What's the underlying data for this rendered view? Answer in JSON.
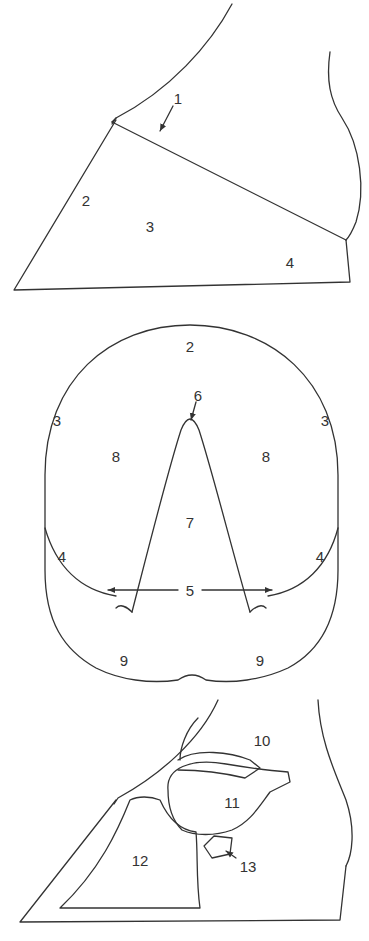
{
  "diagram": {
    "labels": [
      "1",
      "2",
      "3",
      "4",
      "2",
      "6",
      "3",
      "3",
      "8",
      "8",
      "7",
      "4",
      "4",
      "5",
      "9",
      "9",
      "10",
      "11",
      "12",
      "13"
    ]
  }
}
